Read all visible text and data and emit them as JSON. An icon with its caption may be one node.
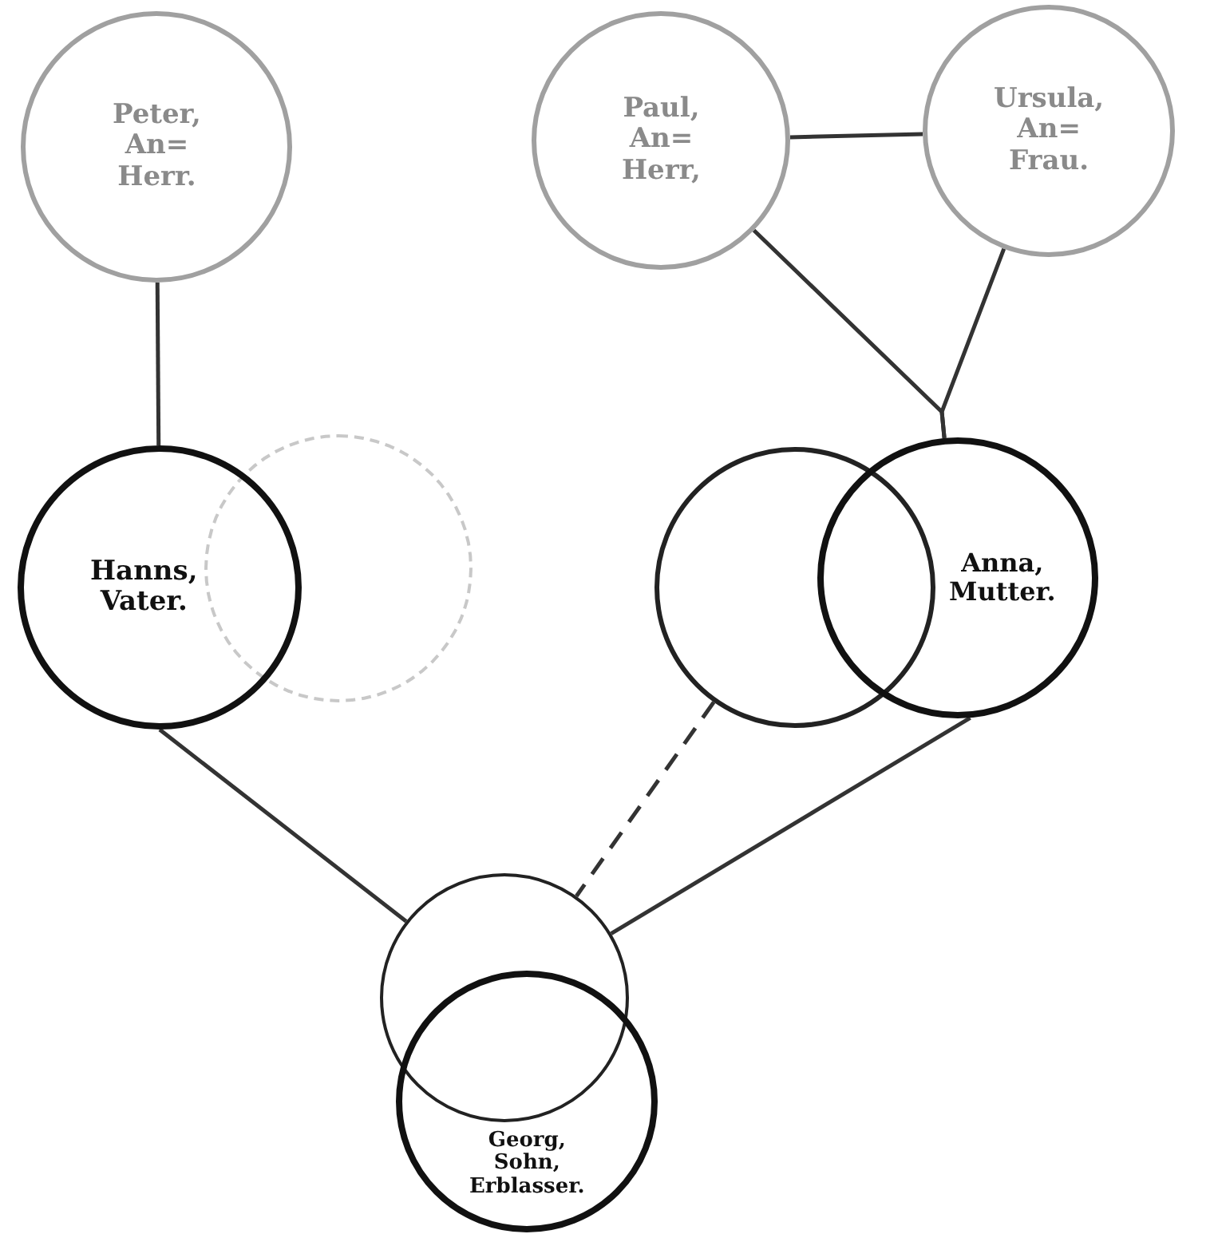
{
  "diagram": {
    "nodes": [
      {
        "text": [
          "Peter, An= Herr."
        ]
      },
      {
        "text": [
          "Paul, An= Herr,"
        ]
      },
      {
        "text": [
          "Ursula, An= Frau."
        ]
      },
      {
        "text": [
          "Hanns, Vater."
        ]
      },
      {
        "text": [],
        "shape": "circle"
      },
      {
        "text": [],
        "shape": "circle"
      },
      {
        "text": [
          "Anna, Mutter."
        ]
      },
      {
        "text": [],
        "shape": "circle"
      },
      {
        "text": [
          "Georg, Sohn, Erblasser."
        ]
      }
    ],
    "edges": [
      {
        "from": 0,
        "to": 3,
        "arrow": "none"
      },
      {
        "from": 1,
        "to": 2,
        "arrow": "none"
      },
      {
        "from": 1,
        "to": 6,
        "arrow": "none"
      },
      {
        "from": 2,
        "to": 6,
        "arrow": "none"
      },
      {
        "from": 3,
        "to": 7,
        "arrow": "none"
      },
      {
        "from": 6,
        "to": 7,
        "arrow": "none"
      },
      {
        "from": 5,
        "to": 7,
        "arrow": "none",
        "style": "dashed"
      }
    ]
  }
}
